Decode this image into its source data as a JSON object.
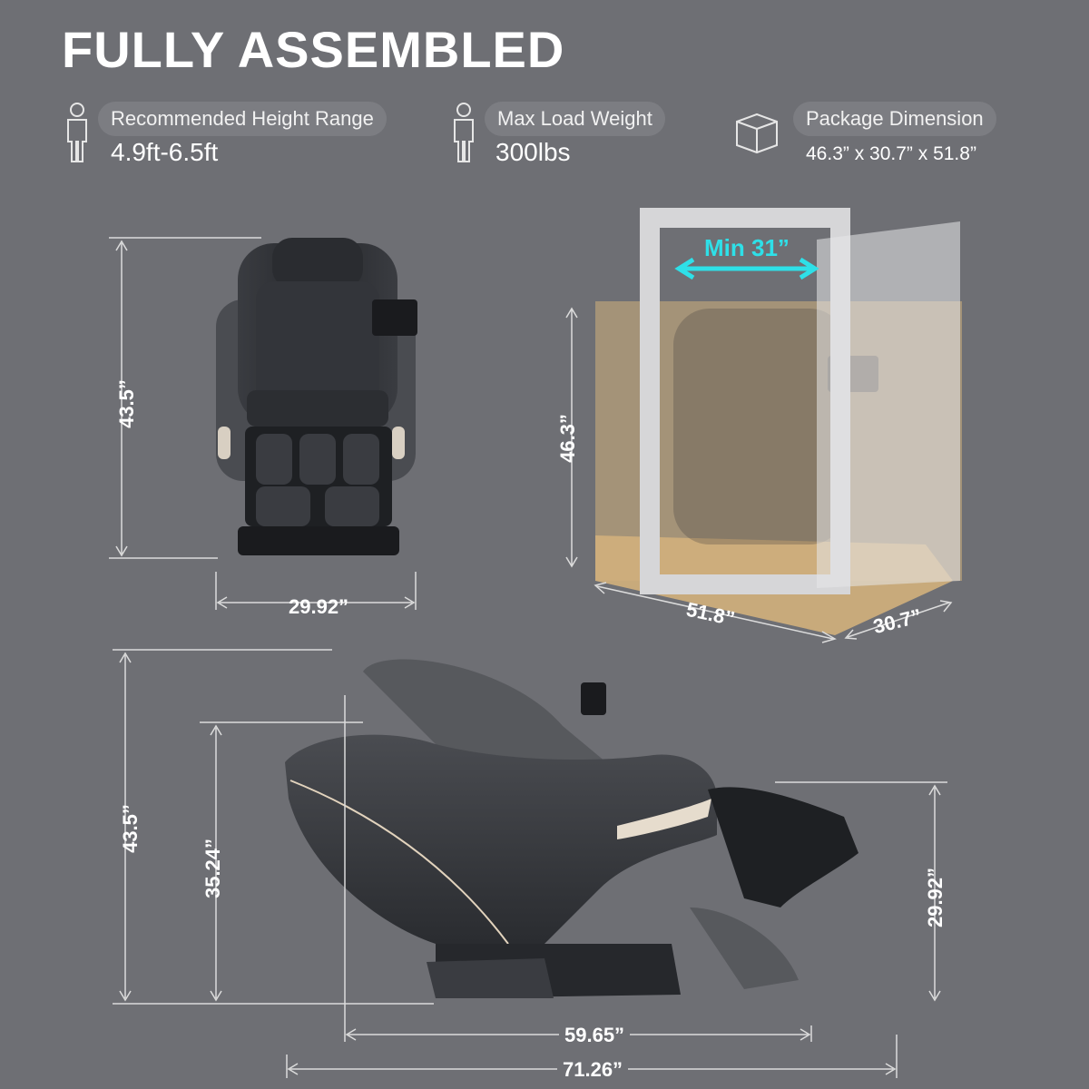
{
  "header": {
    "title": "FULLY ASSEMBLED"
  },
  "specs": [
    {
      "label": "Recommended Height Range",
      "value": "4.9ft-6.5ft",
      "icon": "person-icon"
    },
    {
      "label": "Max Load Weight",
      "value": "300lbs",
      "icon": "person-icon"
    },
    {
      "label": "Package Dimension",
      "value": "46.3” x 30.7” x 51.8”",
      "icon": "box-icon"
    }
  ],
  "front_view": {
    "height": "43.5”",
    "width": "29.92”"
  },
  "package_view": {
    "door_width": "Min 31”",
    "height": "46.3”",
    "length": "51.8”",
    "depth": "30.7”"
  },
  "side_view": {
    "total_height": "43.5”",
    "seat_height": "35.24”",
    "reclined_height": "29.92”",
    "length_upright": "59.65”",
    "length_reclined": "71.26”"
  },
  "colors": {
    "background": "#6e6f74",
    "accent_cyan": "#2ee0e8",
    "box_tan": "#d2b07c",
    "chair_dark": "#2e3035"
  }
}
